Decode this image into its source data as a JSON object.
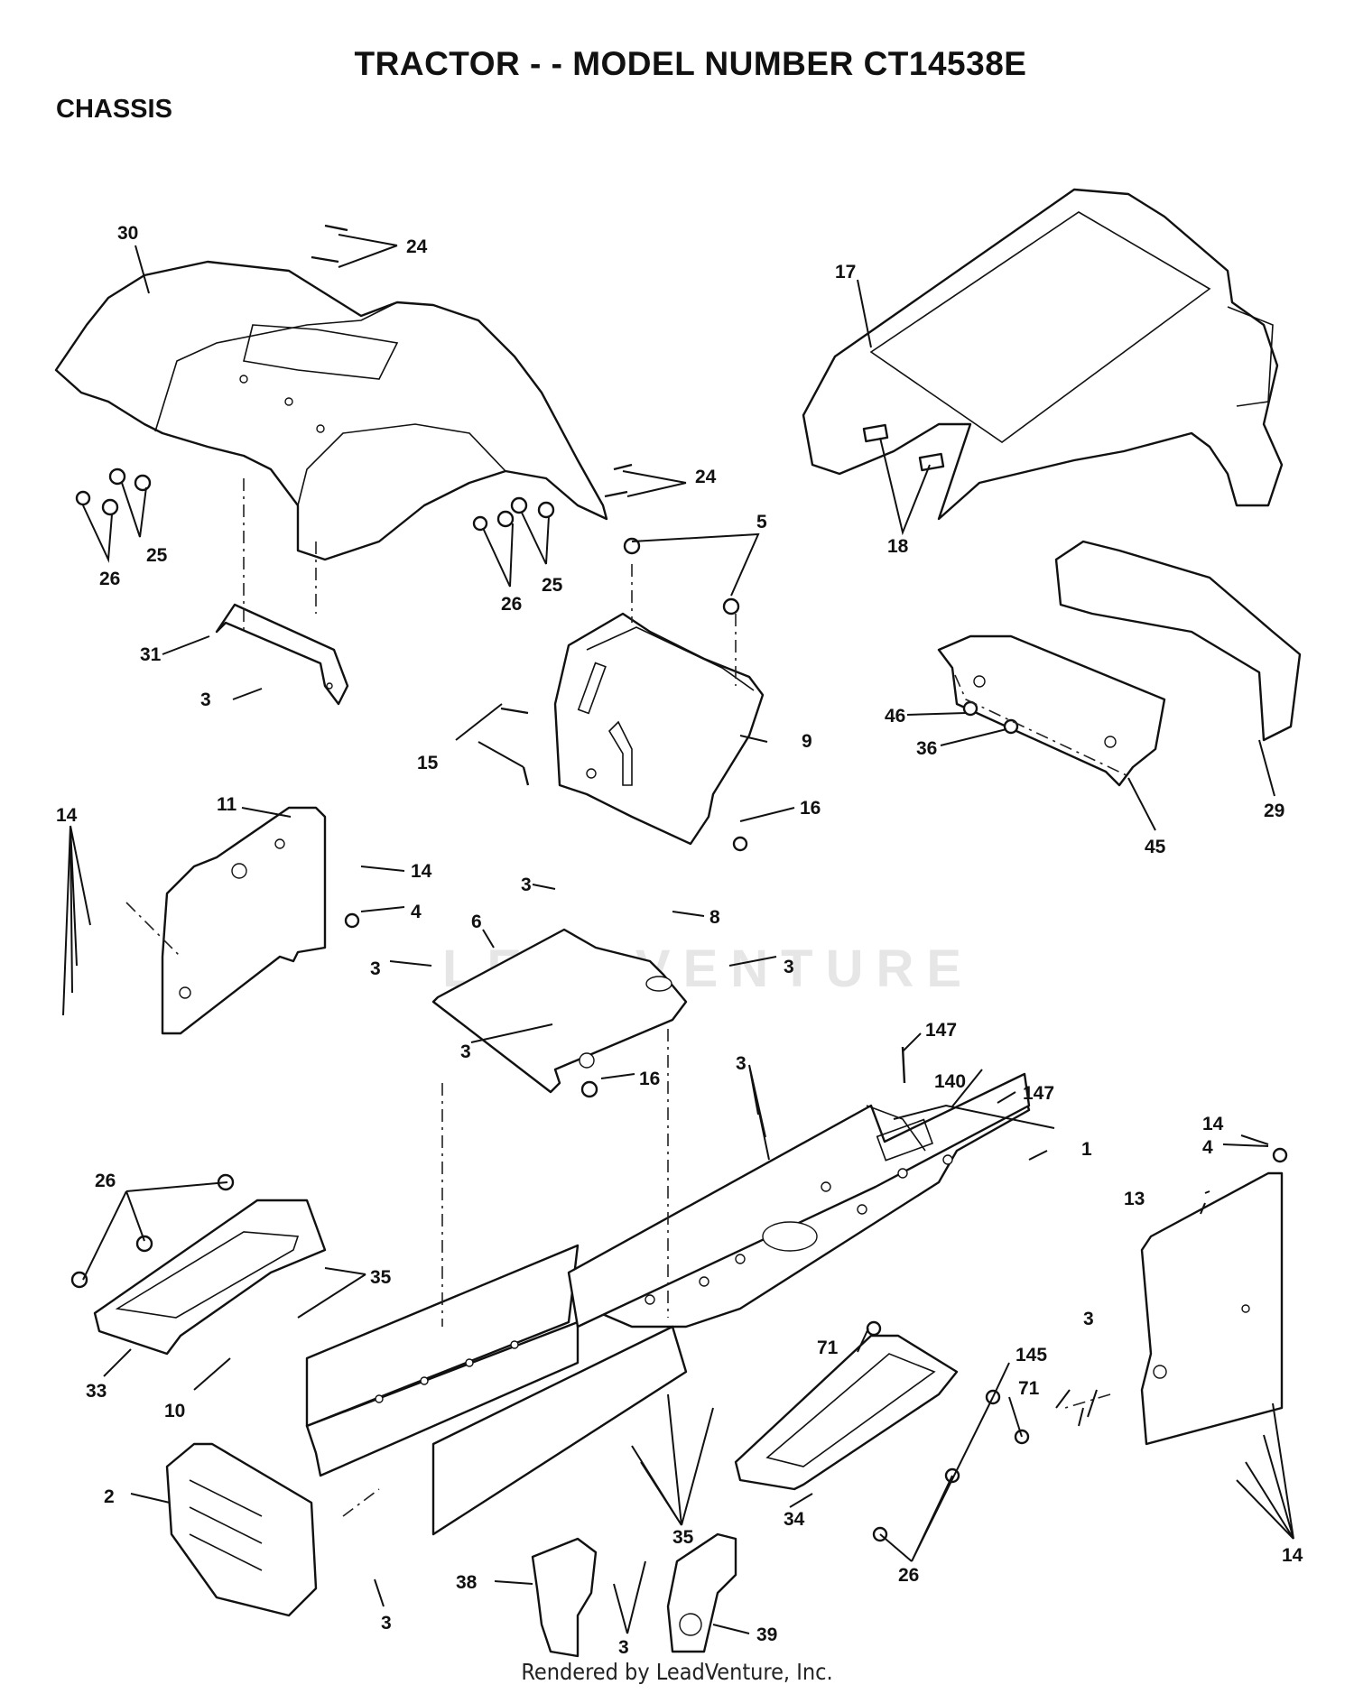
{
  "title": "TRACTOR - - MODEL NUMBER CT14538E",
  "section": "CHASSIS",
  "watermark": "LEADVENTURE",
  "footer": "Rendered by LeadVenture, Inc.",
  "callouts": [
    {
      "id": "c30",
      "text": "30"
    },
    {
      "id": "c24a",
      "text": "24"
    },
    {
      "id": "c24b",
      "text": "24"
    },
    {
      "id": "c17",
      "text": "17"
    },
    {
      "id": "c18",
      "text": "18"
    },
    {
      "id": "c26a",
      "text": "26"
    },
    {
      "id": "c25a",
      "text": "25"
    },
    {
      "id": "c26b",
      "text": "26"
    },
    {
      "id": "c25b",
      "text": "25"
    },
    {
      "id": "c5",
      "text": "5"
    },
    {
      "id": "c31",
      "text": "31"
    },
    {
      "id": "c3a",
      "text": "3"
    },
    {
      "id": "c9",
      "text": "9"
    },
    {
      "id": "c15",
      "text": "15"
    },
    {
      "id": "c16a",
      "text": "16"
    },
    {
      "id": "c46",
      "text": "46"
    },
    {
      "id": "c36",
      "text": "36"
    },
    {
      "id": "c29",
      "text": "29"
    },
    {
      "id": "c45",
      "text": "45"
    },
    {
      "id": "c14a",
      "text": "14"
    },
    {
      "id": "c11",
      "text": "11"
    },
    {
      "id": "c14b",
      "text": "14"
    },
    {
      "id": "c4a",
      "text": "4"
    },
    {
      "id": "c3b",
      "text": "3"
    },
    {
      "id": "c8",
      "text": "8"
    },
    {
      "id": "c6",
      "text": "6"
    },
    {
      "id": "c3c",
      "text": "3"
    },
    {
      "id": "c3d",
      "text": "3"
    },
    {
      "id": "c3e",
      "text": "3"
    },
    {
      "id": "c16b",
      "text": "16"
    },
    {
      "id": "c147a",
      "text": "147"
    },
    {
      "id": "c140",
      "text": "140"
    },
    {
      "id": "c147b",
      "text": "147"
    },
    {
      "id": "c3f",
      "text": "3"
    },
    {
      "id": "c1",
      "text": "1"
    },
    {
      "id": "c14c",
      "text": "14"
    },
    {
      "id": "c4b",
      "text": "4"
    },
    {
      "id": "c13",
      "text": "13"
    },
    {
      "id": "c26c",
      "text": "26"
    },
    {
      "id": "c35a",
      "text": "35"
    },
    {
      "id": "c3g",
      "text": "3"
    },
    {
      "id": "c33",
      "text": "33"
    },
    {
      "id": "c10",
      "text": "10"
    },
    {
      "id": "c71a",
      "text": "71"
    },
    {
      "id": "c145",
      "text": "145"
    },
    {
      "id": "c71b",
      "text": "71"
    },
    {
      "id": "c2",
      "text": "2"
    },
    {
      "id": "c35b",
      "text": "35"
    },
    {
      "id": "c34",
      "text": "34"
    },
    {
      "id": "c26d",
      "text": "26"
    },
    {
      "id": "c14d",
      "text": "14"
    },
    {
      "id": "c38",
      "text": "38"
    },
    {
      "id": "c3h",
      "text": "3"
    },
    {
      "id": "c3i",
      "text": "3"
    },
    {
      "id": "c39",
      "text": "39"
    }
  ]
}
